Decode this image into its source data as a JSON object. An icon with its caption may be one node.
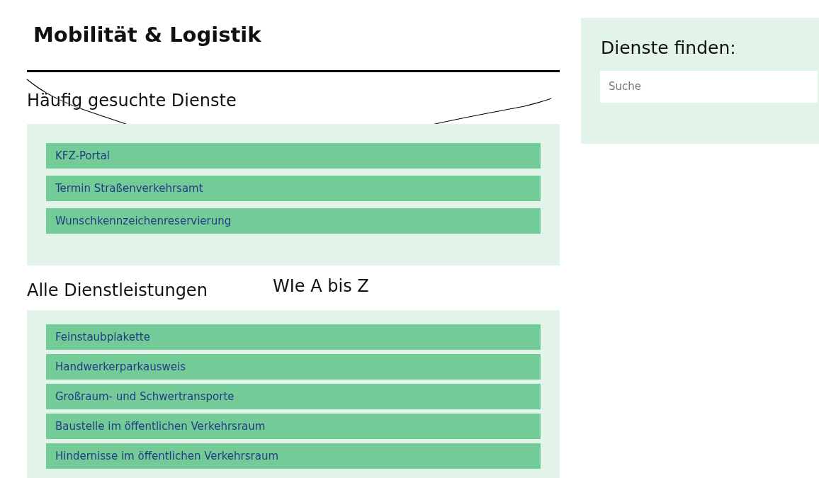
{
  "diagram": {
    "title": "Mobilität & Logistik",
    "nodes": [
      {
        "text": [
          "Häufig gesuchte Dienste"
        ]
      },
      {
        "text": [
          "KFZ-Portal"
        ],
        "in": 0
      },
      {
        "text": [
          "Termin Straßenverkehrsamt"
        ],
        "in": 0
      },
      {
        "text": [
          "Wunschkennzeichenreservierung"
        ],
        "in": 0
      },
      {
        "text": [
          "Alle Dienstleistungen"
        ]
      },
      {
        "text": [
          "Feinstaubplakette"
        ],
        "in": 4
      },
      {
        "text": [
          "Handwerkerparkausweis"
        ],
        "in": 4
      },
      {
        "text": [
          "Großraum- und Schwertransporte"
        ],
        "in": 4
      },
      {
        "text": [
          "Baustelle im öffentlichen Verkehrsraum"
        ],
        "in": 4
      },
      {
        "text": [
          "Hindernisse im öffentlichen Verkehrsraum"
        ],
        "in": 4
      },
      {
        "text": [
          "Dienste finden:"
        ]
      },
      {
        "text": [
          "Suche"
        ],
        "in": 10
      }
    ],
    "labels": [
      "WIe A bis Z"
    ]
  }
}
